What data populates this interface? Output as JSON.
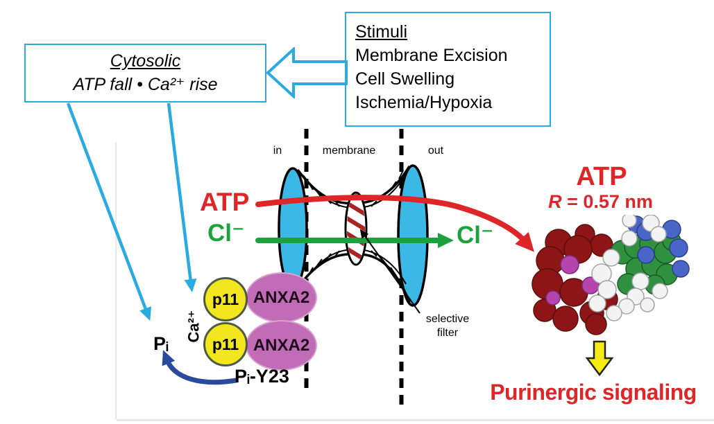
{
  "colors": {
    "cyan_accent": "#29ABE2",
    "red": "#DE2629",
    "green": "#1CA23C",
    "yellow": "#F2E71E",
    "orchid": "#C16CB6",
    "dark_blue_arrow": "#2B4A9E",
    "channel_pore": "#3BB8E6"
  },
  "cytosolic_box": {
    "title": "Cytosolic",
    "subtitle": "ATP fall • Ca²⁺ rise"
  },
  "stimuli_box": {
    "title": "Stimuli",
    "items": [
      "Membrane Excision",
      "Cell Swelling",
      "Ischemia/Hypoxia"
    ]
  },
  "membrane": {
    "in_label": "in",
    "membrane_label": "membrane",
    "out_label": "out",
    "selective_filter_line1": "selective",
    "selective_filter_line2": "filter"
  },
  "transport": {
    "atp_label": "ATP",
    "cl_in_label": "Cl⁻",
    "cl_out_label": "Cl⁻"
  },
  "complex": {
    "ca_label": "Ca²⁺",
    "p11_top": "p11",
    "p11_bottom": "p11",
    "anxa2_top": "ANXA2",
    "anxa2_bottom": "ANXA2",
    "pi_label": "Pᵢ",
    "pi_y23_label": "Pᵢ-Y23"
  },
  "product": {
    "atp_title": "ATP",
    "radius_r": "R",
    "radius_rest": " = 0.57 nm",
    "signaling": "Purinergic signaling"
  }
}
